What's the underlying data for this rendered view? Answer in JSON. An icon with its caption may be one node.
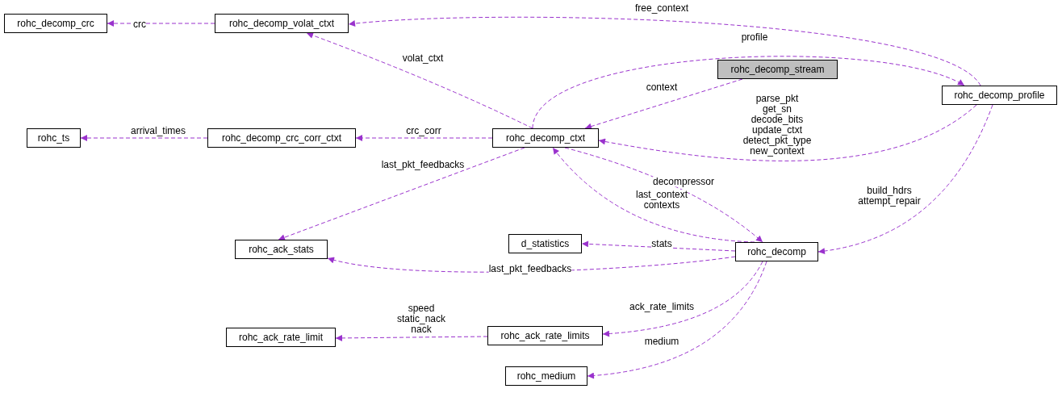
{
  "diagram": {
    "nodes": [
      {
        "text": [
          "rohc_decomp_crc"
        ]
      },
      {
        "text": [
          "rohc_decomp_volat_ctxt"
        ]
      },
      {
        "text": [
          "rohc_decomp_stream"
        ]
      },
      {
        "text": [
          "rohc_decomp_profile"
        ]
      },
      {
        "text": [
          "rohc_ts"
        ]
      },
      {
        "text": [
          "rohc_decomp_crc_corr_ctxt"
        ]
      },
      {
        "text": [
          "rohc_decomp_ctxt"
        ]
      },
      {
        "text": [
          "rohc_ack_stats"
        ]
      },
      {
        "text": [
          "d_statistics"
        ]
      },
      {
        "text": [
          "rohc_decomp"
        ]
      },
      {
        "text": [
          "rohc_ack_rate_limit"
        ]
      },
      {
        "text": [
          "rohc_ack_rate_limits"
        ]
      },
      {
        "text": [
          "rohc_medium"
        ]
      }
    ],
    "edges": [
      {
        "from": 1,
        "to": 0,
        "arrow": "to",
        "label": "crc",
        "style": "dashed"
      },
      {
        "from": 6,
        "to": 1,
        "arrow": "to",
        "label": "volat_ctxt",
        "style": "dashed"
      },
      {
        "from": 3,
        "to": 1,
        "arrow": "to",
        "label": "free_context",
        "style": "dashed"
      },
      {
        "from": 6,
        "to": 3,
        "arrow": "to",
        "label": "profile",
        "style": "dashed"
      },
      {
        "from": 2,
        "to": 6,
        "arrow": "to",
        "label": "context",
        "style": "dashed"
      },
      {
        "from": 3,
        "to": 6,
        "arrow": "to",
        "label": "parse_pkt get_sn decode_bits update_ctxt detect_pkt_type new_context",
        "style": "dashed"
      },
      {
        "from": 6,
        "to": 5,
        "arrow": "to",
        "label": "crc_corr",
        "style": "dashed"
      },
      {
        "from": 5,
        "to": 4,
        "arrow": "to",
        "label": "arrival_times",
        "style": "dashed"
      },
      {
        "from": 6,
        "to": 7,
        "arrow": "to",
        "label": "last_pkt_feedbacks",
        "style": "dashed"
      },
      {
        "from": 6,
        "to": 9,
        "arrow": "to",
        "label": "decompressor",
        "style": "dashed"
      },
      {
        "from": 9,
        "to": 6,
        "arrow": "to",
        "label": "last_context contexts",
        "style": "dashed"
      },
      {
        "from": 3,
        "to": 9,
        "arrow": "to",
        "label": "build_hdrs attempt_repair",
        "style": "dashed"
      },
      {
        "from": 9,
        "to": 8,
        "arrow": "to",
        "label": "stats",
        "style": "dashed"
      },
      {
        "from": 9,
        "to": 7,
        "arrow": "to",
        "label": "last_pkt_feedbacks",
        "style": "dashed"
      },
      {
        "from": 9,
        "to": 11,
        "arrow": "to",
        "label": "ack_rate_limits",
        "style": "dashed"
      },
      {
        "from": 11,
        "to": 10,
        "arrow": "to",
        "label": "speed static_nack nack",
        "style": "dashed"
      },
      {
        "from": 9,
        "to": 12,
        "arrow": "to",
        "label": "medium",
        "style": "dashed"
      }
    ]
  }
}
